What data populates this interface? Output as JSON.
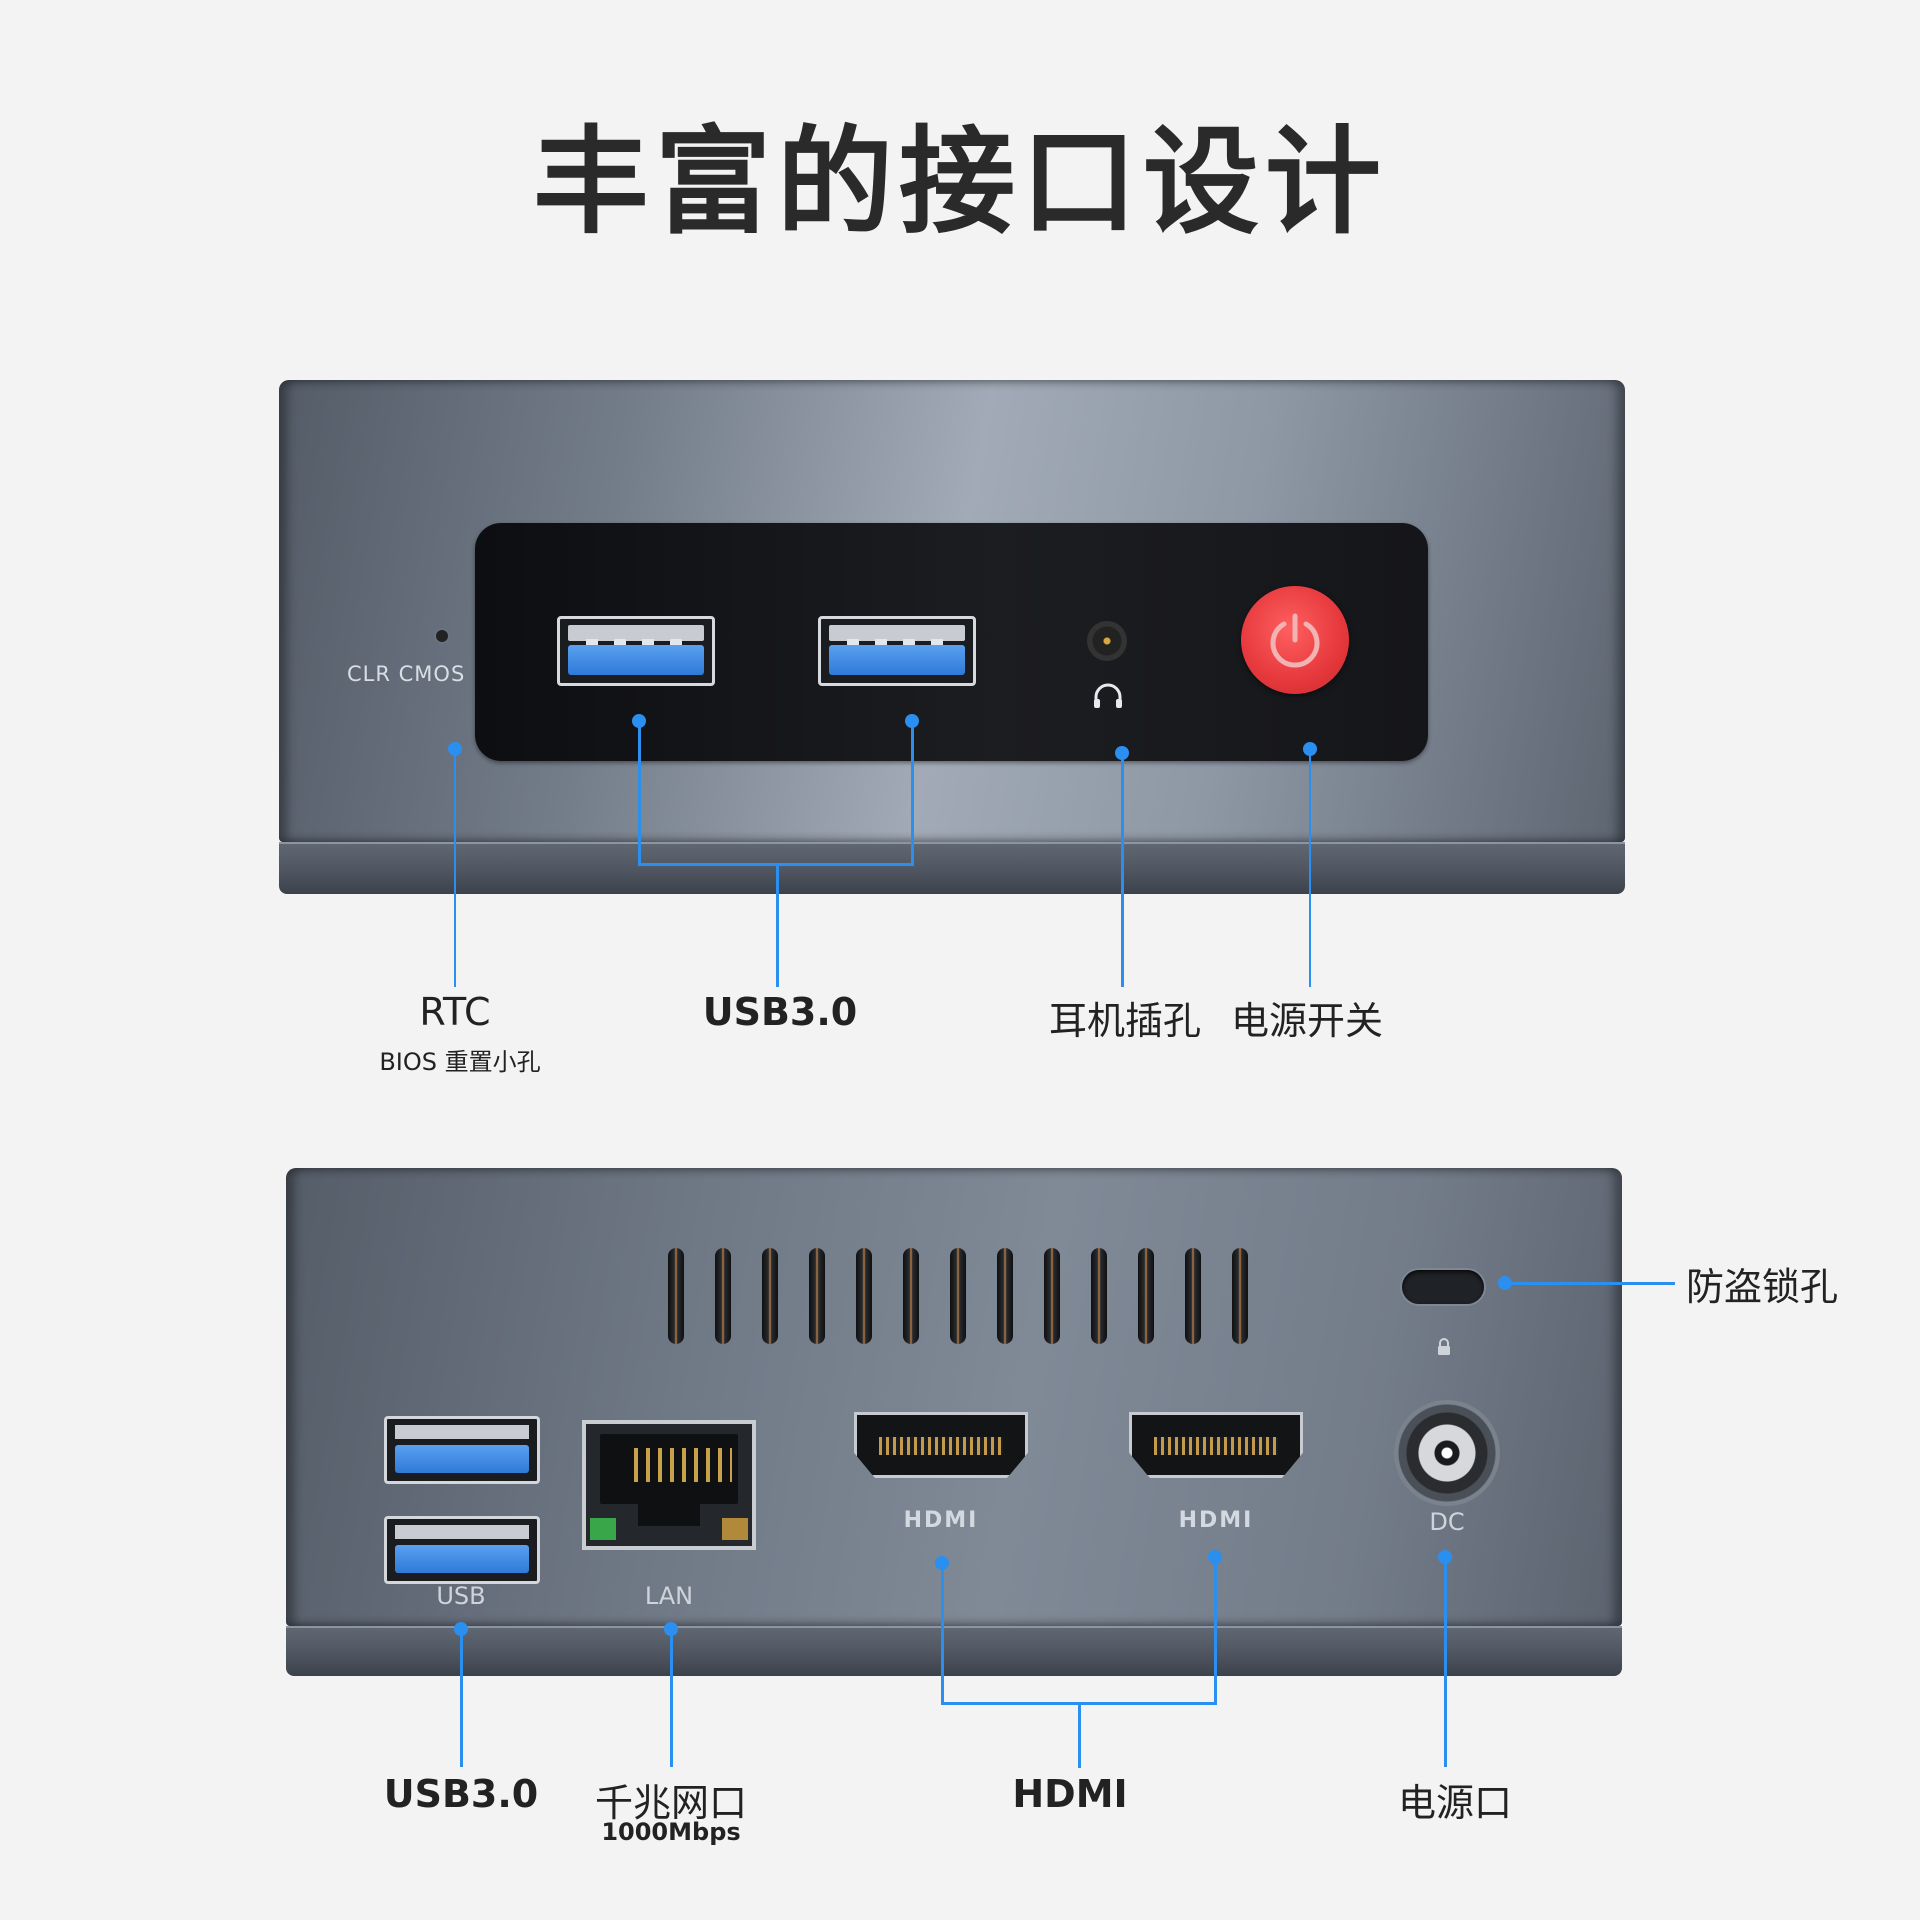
{
  "title": "丰富的接口设计",
  "front": {
    "clr_label": "CLR  CMOS",
    "labels": {
      "rtc": "RTC",
      "rtc_sub": "BIOS 重置小孔",
      "usb": "USB3.0",
      "headphone": "耳机插孔",
      "power": "电源开关"
    },
    "power_color": "#e5383c",
    "port_blue": "#2f7ad8"
  },
  "back": {
    "port_labels": {
      "usb": "USB",
      "lan": "LAN",
      "hdmi": "HDMI",
      "dc": "DC"
    },
    "labels": {
      "lock": "防盗锁孔",
      "usb": "USB3.0",
      "lan": "千兆网口",
      "lan_sub": "1000Mbps",
      "hdmi": "HDMI",
      "dc": "电源口"
    }
  },
  "callout_color": "#2b8ff0"
}
